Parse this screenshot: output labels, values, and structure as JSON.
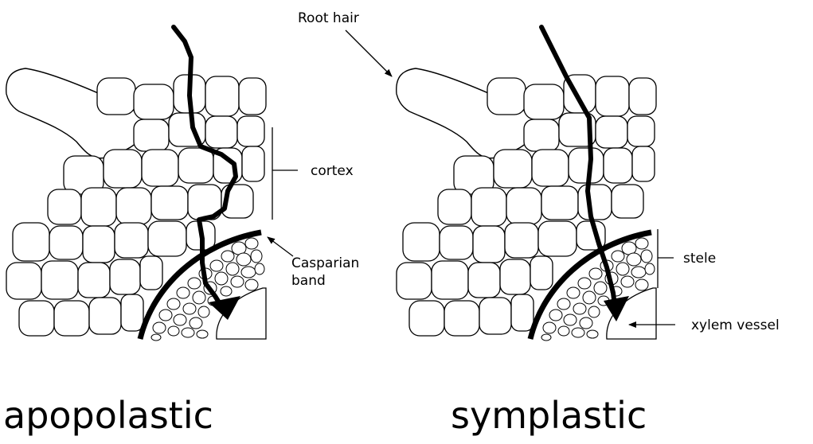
{
  "labels": {
    "root_hair": "Root hair",
    "cortex": "cortex",
    "casparian_line1": "Casparian",
    "casparian_line2": "band",
    "stele": "stele",
    "xylem_vessel": "xylem vessel"
  },
  "captions": {
    "left": "apopolastic",
    "right": "symplastic"
  }
}
